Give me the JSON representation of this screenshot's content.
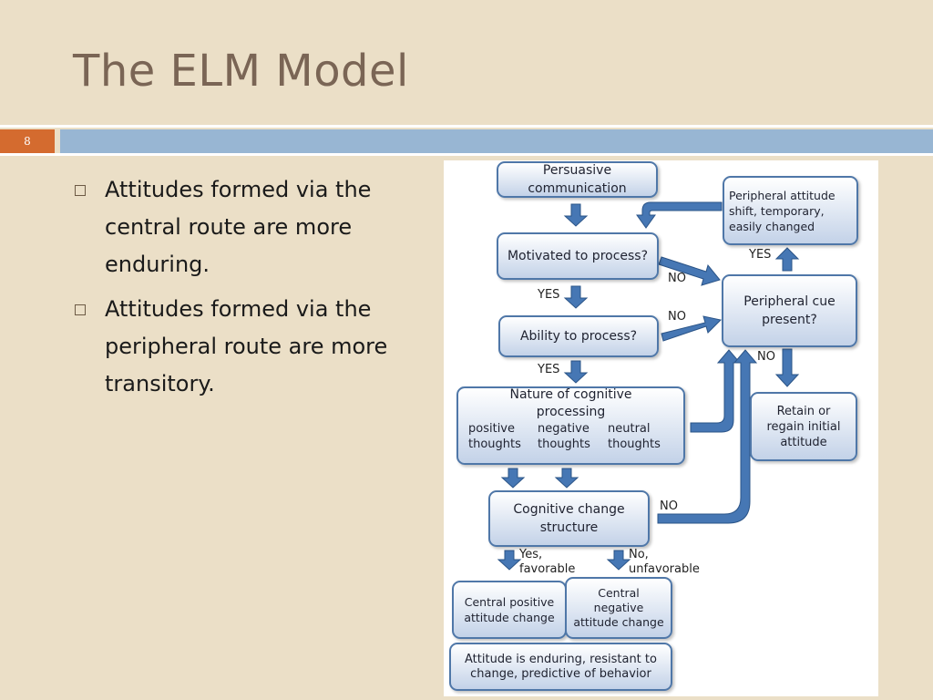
{
  "slide": {
    "title": "The ELM Model",
    "number": "8",
    "bullets": [
      "Attitudes formed via the central route are more enduring.",
      "Attitudes formed via the peripheral route are more transitory."
    ]
  },
  "diagram": {
    "nodes": {
      "persuasive": "Persuasive communication",
      "motivated": "Motivated to process?",
      "ability": "Ability to process?",
      "nature": "Nature of cognitive processing",
      "positive_thoughts": "positive thoughts",
      "negative_thoughts": "negative thoughts",
      "neutral_thoughts": "neutral thoughts",
      "cognitive_change": "Cognitive change structure",
      "central_positive": "Central positive attitude change",
      "central_negative": "Central negative attitude change",
      "enduring": "Attitude is enduring, resistant to change, predictive of behavior",
      "peripheral_shift": "Peripheral attitude shift, temporary, easily changed",
      "peripheral_cue": "Peripheral cue present?",
      "retain": "Retain or regain initial attitude"
    },
    "labels": {
      "no_motivated": "NO",
      "yes_motivated": "YES",
      "no_ability": "NO",
      "yes_ability": "YES",
      "yes_cue": "YES",
      "no_cue": "NO",
      "no_change": "NO",
      "yes_favorable": "Yes, favorable",
      "no_unfavorable": "No, unfavorable"
    }
  }
}
